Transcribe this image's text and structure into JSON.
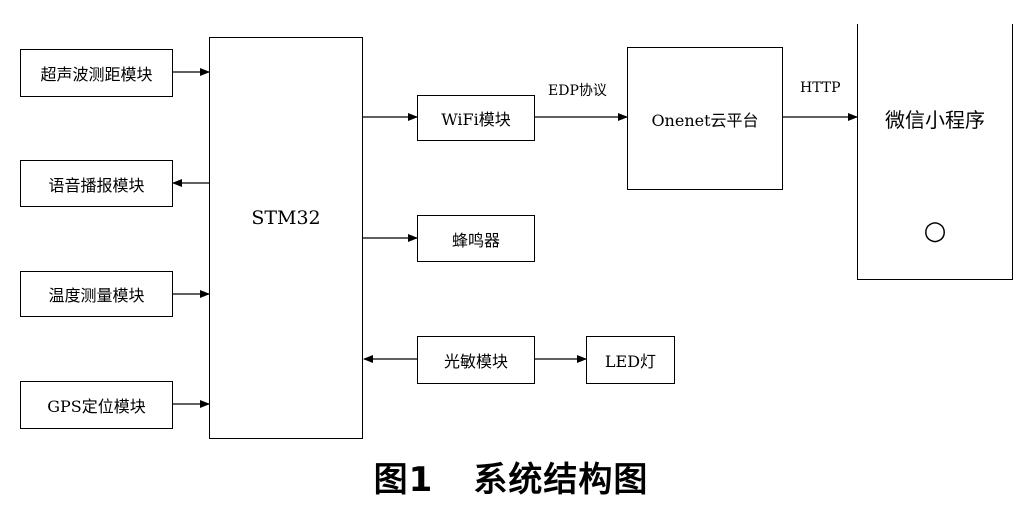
{
  "diagram": {
    "nodes": {
      "ultrasonic": "超声波测距模块",
      "voice": "语音播报模块",
      "temperature": "温度测量模块",
      "gps": "GPS定位模块",
      "mcu": "STM32",
      "wifi": "WiFi模块",
      "buzzer": "蜂鸣器",
      "light_sensor": "光敏模块",
      "led": "LED灯",
      "cloud": "Onenet云平台",
      "mini_program": "微信小程序"
    },
    "edge_labels": {
      "wifi_cloud": "EDP协议",
      "cloud_app": "HTTP"
    },
    "mini_program_button_symbol": "○"
  },
  "caption": {
    "figure_number": "图1",
    "title": "系统结构图"
  }
}
